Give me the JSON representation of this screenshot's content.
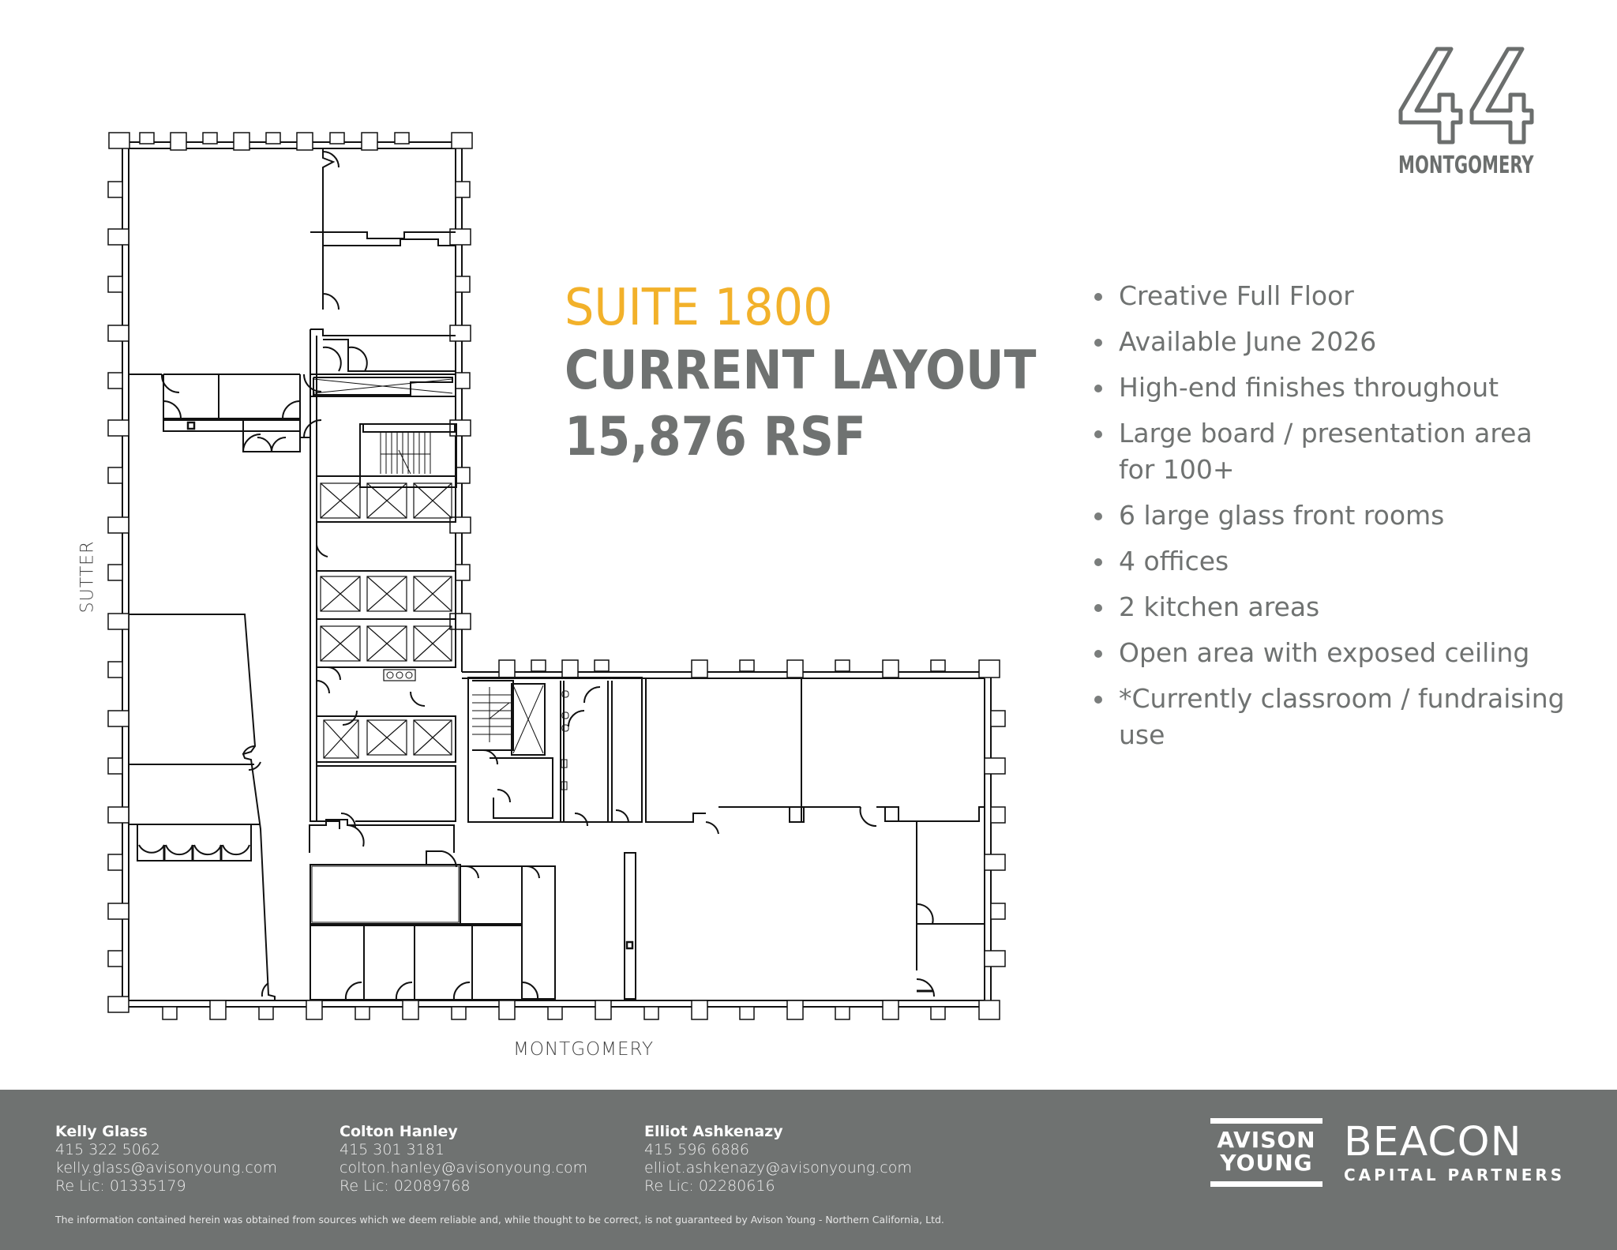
{
  "logo": {
    "number": "44",
    "name": "MONTGOMERY"
  },
  "header": {
    "suite": "SUITE 1800",
    "layout": "CURRENT LAYOUT",
    "rsf": "15,876 RSF",
    "accent_color": "#f2b12a",
    "text_color": "#6f7271"
  },
  "features": [
    "Creative Full Floor",
    "Available June 2026",
    "High-end finishes throughout",
    "Large board / presentation area for 100+",
    "6 large glass front rooms",
    "4 offices",
    "2 kitchen areas",
    "Open area with exposed ceiling",
    "*Currently classroom / fundraising use"
  ],
  "floor_plan": {
    "streets": {
      "west": "SUTTER",
      "south": "MONTGOMERY"
    }
  },
  "footer": {
    "background_color": "#6f7271",
    "contacts": [
      {
        "name": "Kelly Glass",
        "phone": "415 322 5062",
        "email": "kelly.glass@avisonyoung.com",
        "license": "Re Lic: 01335179"
      },
      {
        "name": "Colton Hanley",
        "phone": "415 301 3181",
        "email": "colton.hanley@avisonyoung.com",
        "license": "Re Lic: 02089768"
      },
      {
        "name": "Elliot Ashkenazy",
        "phone": "415 596 6886",
        "email": "elliot.ashkenazy@avisonyoung.com",
        "license": "Re Lic: 02280616"
      }
    ],
    "disclaimer": "The information contained herein was obtained from sources which we deem reliable and, while thought to be correct, is not guaranteed by Avison Young - Northern California, Ltd.",
    "logos": {
      "avison_young_line1": "AVISON",
      "avison_young_line2": "YOUNG",
      "beacon": "BEACON",
      "beacon_sub": "CAPITAL PARTNERS"
    }
  }
}
